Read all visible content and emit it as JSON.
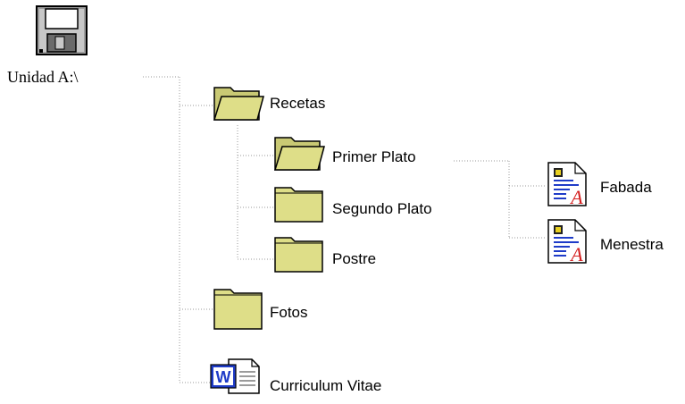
{
  "tree": {
    "root": {
      "label": "Unidad A:\\",
      "icon": "floppy-disk-icon"
    },
    "folders": {
      "recetas": {
        "label": "Recetas",
        "icon": "open-folder-icon"
      },
      "primer_plato": {
        "label": "Primer Plato",
        "icon": "open-folder-icon"
      },
      "segundo_plato": {
        "label": "Segundo Plato",
        "icon": "folder-icon"
      },
      "postre": {
        "label": "Postre",
        "icon": "folder-icon"
      },
      "fotos": {
        "label": "Fotos",
        "icon": "folder-icon"
      }
    },
    "files": {
      "fabada": {
        "label": "Fabada",
        "icon": "write-document-icon"
      },
      "menestra": {
        "label": "Menestra",
        "icon": "write-document-icon"
      },
      "curriculum": {
        "label": "Curriculum Vitae",
        "icon": "word-document-icon"
      }
    }
  },
  "colors": {
    "folder_fill": "#dede88",
    "folder_outline": "#000000",
    "connector": "#9a9a9a",
    "word_blue": "#1f3cc8",
    "write_red": "#d42020"
  }
}
